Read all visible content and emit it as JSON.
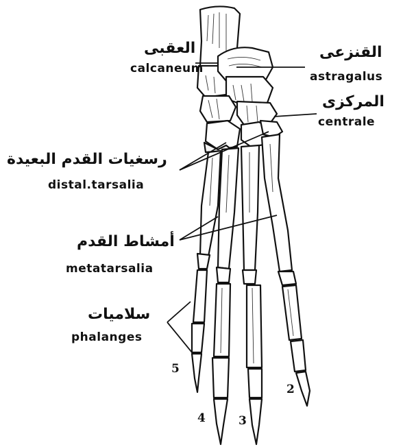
{
  "labels": {
    "calcaneum": {
      "arabic": "العقبى",
      "latin": "calcaneum"
    },
    "astragalus": {
      "arabic": "القنزعى",
      "latin": "astragalus"
    },
    "centrale": {
      "arabic": "المركزى",
      "latin": "centrale"
    },
    "distal_tarsalia": {
      "arabic": "رسغيات القدم البعيدة",
      "latin": "distal.tarsalia"
    },
    "metatarsalia": {
      "arabic": "أمشاط القدم",
      "latin": "metatarsalia"
    },
    "phalanges": {
      "arabic": "سلاميات",
      "latin": "phalanges"
    }
  },
  "digits": [
    "5",
    "4",
    "3",
    "2"
  ],
  "colors": {
    "ink": "#111111",
    "background": "#ffffff"
  }
}
